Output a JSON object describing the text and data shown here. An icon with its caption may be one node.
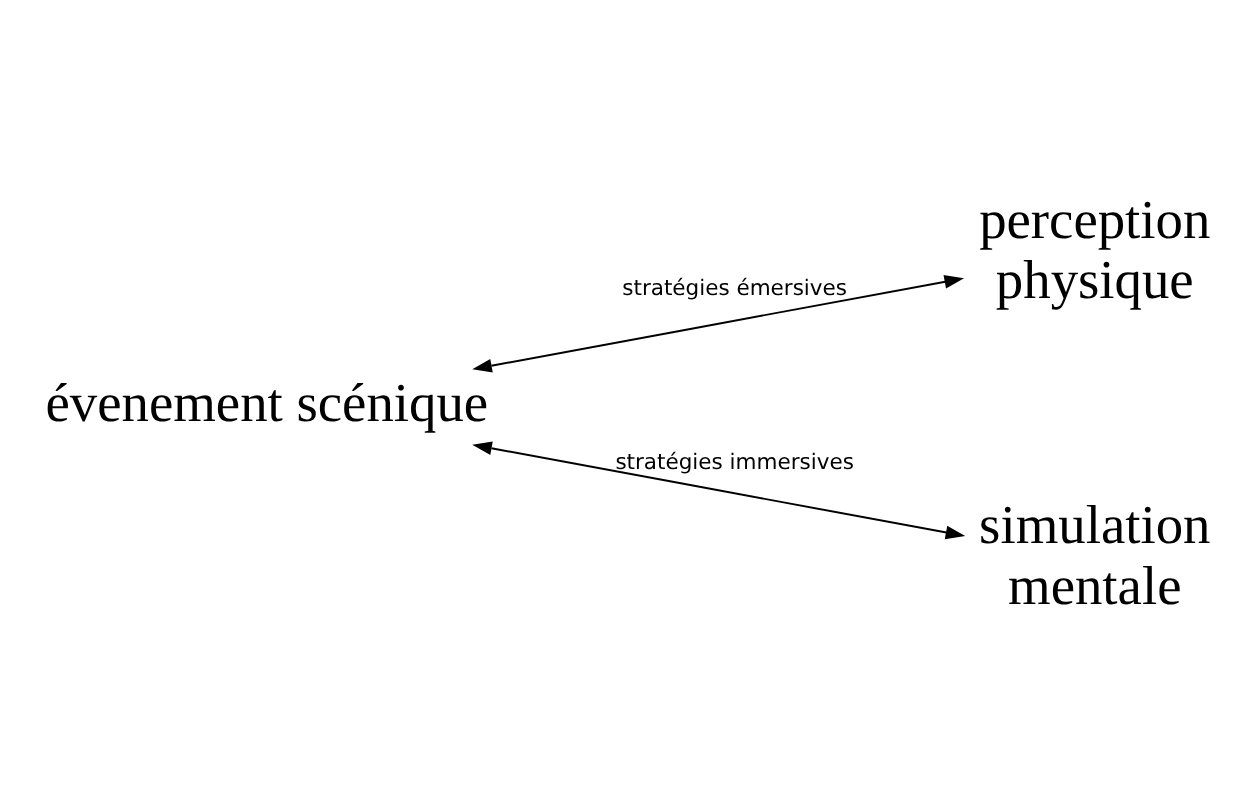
{
  "diagram": {
    "nodes": [
      {
        "text": [
          "évenement scénique"
        ]
      },
      {
        "text": [
          "perception physique"
        ]
      },
      {
        "text": [
          "simulation mentale"
        ]
      }
    ],
    "edges": [
      {
        "from": 0,
        "to": 1,
        "arrow": "both",
        "label": "stratégies émersives"
      },
      {
        "from": 0,
        "to": 2,
        "arrow": "both",
        "label": "stratégies immersives"
      }
    ]
  }
}
